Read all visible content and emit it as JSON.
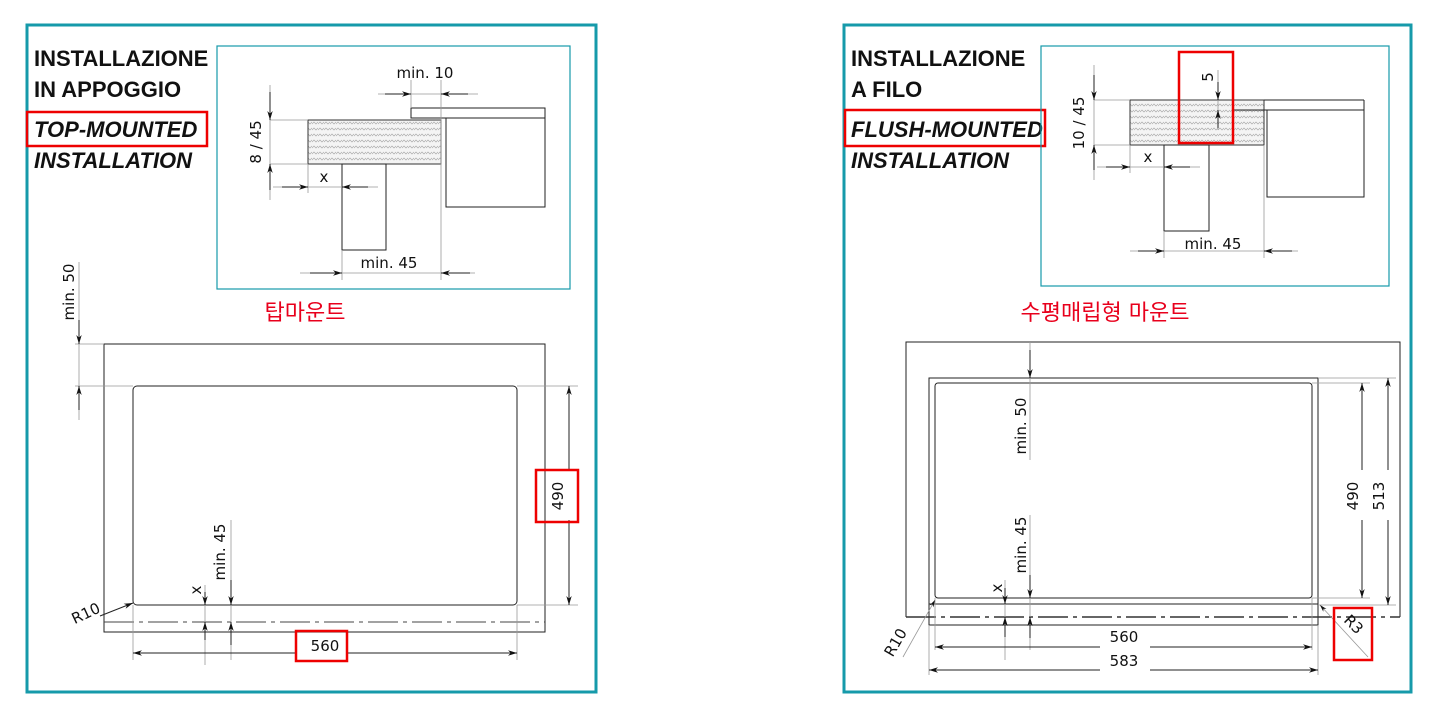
{
  "left": {
    "title_it_1": "INSTALLAZIONE",
    "title_it_2": "IN APPOGGIO",
    "title_en_1": "TOP-MOUNTED",
    "title_en_2": "INSTALLATION",
    "korean_label": "탑마운트",
    "detail": {
      "thickness": "8 / 45",
      "min10": "min. 10",
      "x": "x",
      "min45": "min. 45"
    },
    "plan": {
      "min50": "min. 50",
      "height": "490",
      "min45": "min. 45",
      "x": "x",
      "width": "560",
      "radius": "R10"
    }
  },
  "right": {
    "title_it_1": "INSTALLAZIONE",
    "title_it_2": "A FILO",
    "title_en_1": "FLUSH-MOUNTED",
    "title_en_2": "INSTALLATION",
    "korean_label": "수평매립형 마운트",
    "detail": {
      "thickness": "10 / 45",
      "recess": "5",
      "x": "x",
      "min45": "min. 45"
    },
    "plan": {
      "min50": "min. 50",
      "height_inner": "490",
      "height_outer": "513",
      "min45": "min. 45",
      "x": "x",
      "width_inner": "560",
      "width_outer": "583",
      "radius_left": "R10",
      "radius_right": "R3"
    }
  },
  "colors": {
    "frame": "#169aaa",
    "highlight": "#ee0000"
  }
}
